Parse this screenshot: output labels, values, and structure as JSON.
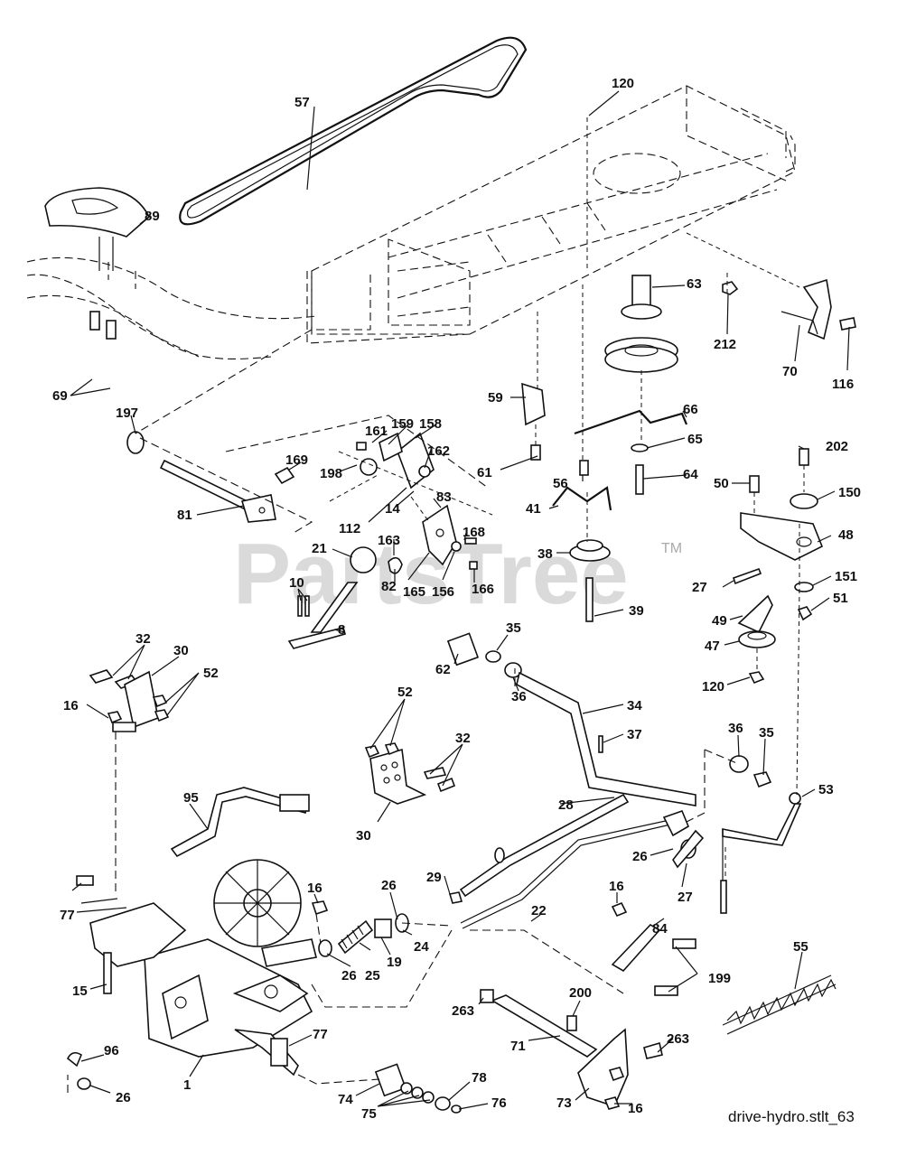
{
  "watermark": {
    "text": "PartsTree",
    "tm": "TM"
  },
  "caption": "drive-hydro.stlt_63",
  "callouts": [
    "57",
    "120",
    "89",
    "63",
    "212",
    "70",
    "116",
    "69",
    "197",
    "59",
    "66",
    "65",
    "161",
    "159",
    "158",
    "169",
    "162",
    "198",
    "61",
    "56",
    "64",
    "202",
    "50",
    "150",
    "81",
    "112",
    "14",
    "83",
    "41",
    "48",
    "168",
    "38",
    "21",
    "163",
    "27",
    "151",
    "51",
    "10",
    "82",
    "165",
    "156",
    "166",
    "39",
    "49",
    "8",
    "47",
    "35",
    "62",
    "32",
    "30",
    "52",
    "36",
    "120",
    "16",
    "34",
    "37",
    "36",
    "35",
    "52",
    "32",
    "95",
    "30",
    "53",
    "28",
    "26",
    "27",
    "29",
    "16",
    "26",
    "24",
    "22",
    "77",
    "16",
    "84",
    "55",
    "25",
    "19",
    "15",
    "26",
    "199",
    "200",
    "263",
    "263",
    "96",
    "77",
    "71",
    "78",
    "26",
    "1",
    "74",
    "75",
    "76",
    "73",
    "16"
  ]
}
